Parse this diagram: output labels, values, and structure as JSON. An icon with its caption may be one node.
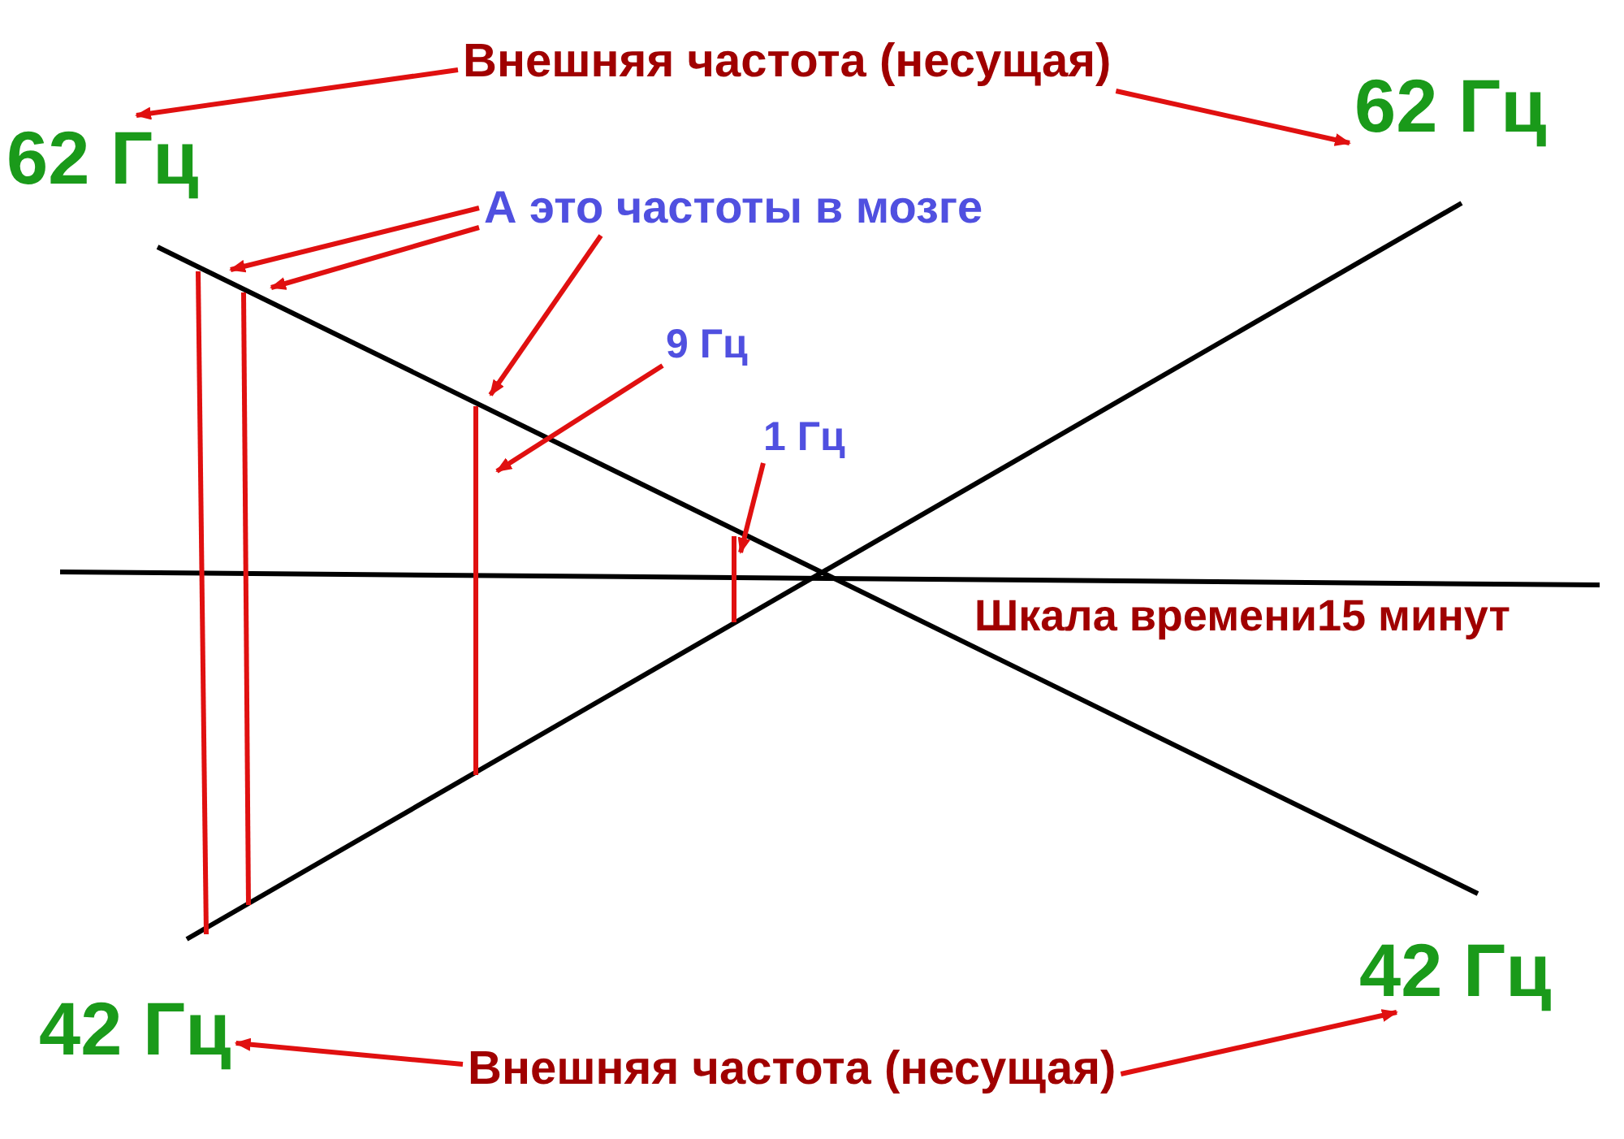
{
  "diagram": {
    "nodes": [
      {
        "text": [
          "Внешняя частота (несущая)"
        ]
      },
      {
        "text": [
          "62 Гц"
        ]
      },
      {
        "text": [
          "62 Гц"
        ]
      },
      {
        "text": [
          "А это частоты в мозге"
        ]
      },
      {
        "text": [
          "9 Гц"
        ]
      },
      {
        "text": [
          "1 Гц"
        ]
      },
      {
        "text": [
          "42 Гц"
        ]
      },
      {
        "text": [
          "42 Гц"
        ]
      },
      {
        "text": [
          "Внешняя частота (несущая)"
        ]
      }
    ],
    "edges": [
      {
        "from": 0,
        "to": 1,
        "arrow": "to"
      },
      {
        "from": 0,
        "to": 2,
        "arrow": "to"
      },
      {
        "from": 3,
        "to": null,
        "arrow": "to"
      },
      {
        "from": 3,
        "to": null,
        "arrow": "to"
      },
      {
        "from": 3,
        "to": null,
        "arrow": "to"
      },
      {
        "from": 4,
        "to": null,
        "arrow": "to"
      },
      {
        "from": 5,
        "to": null,
        "arrow": "to"
      },
      {
        "from": 8,
        "to": 7,
        "arrow": "to"
      },
      {
        "from": 8,
        "to": 6,
        "arrow": "to"
      }
    ],
    "labels": [
      "Шкала времени15 минут"
    ]
  }
}
